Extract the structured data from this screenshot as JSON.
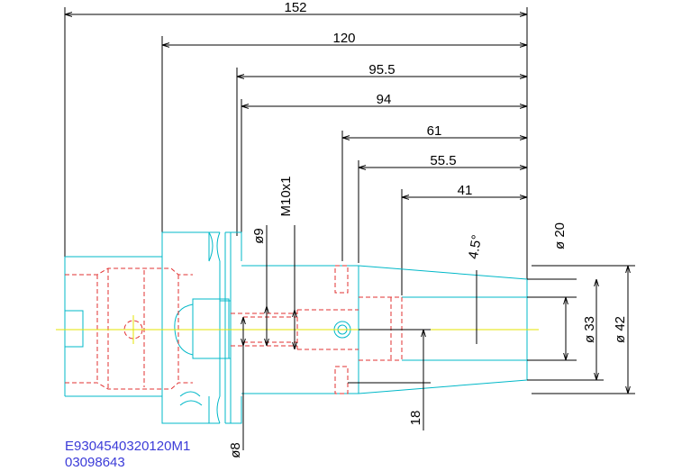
{
  "drawing": {
    "dimensions": {
      "len_152": "152",
      "len_120": "120",
      "len_95_5": "95.5",
      "len_94": "94",
      "len_61": "61",
      "len_55_5": "55.5",
      "len_41": "41",
      "angle": "4.5°",
      "thread": "M10x1",
      "dia_9": "ø9",
      "dia_8": "ø8",
      "dia_20": "ø 20",
      "dia_33": "ø 33",
      "dia_42": "ø 42",
      "len_18": "18"
    },
    "part_number": "E9304540320120M1",
    "part_code": "03098643",
    "colors": {
      "outline": "#00b8c8",
      "hidden": "#e23030",
      "centerline": "#e6e600",
      "dimension": "#000000",
      "text": "#3b3bd8"
    }
  }
}
